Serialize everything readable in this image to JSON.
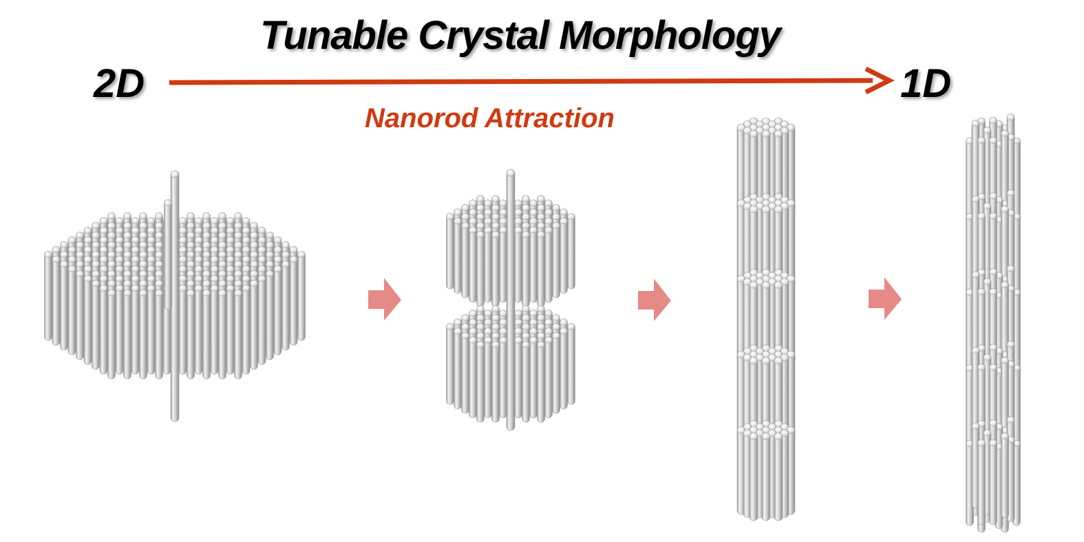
{
  "title": "Tunable Crystal Morphology",
  "start_label": "2D",
  "end_label": "1D",
  "arrow_label": "Nanorod Attraction",
  "colors": {
    "main_arrow": "#d03a10",
    "subtitle": "#d03a10",
    "step_arrow": "#e58a86",
    "rod_light": "#fbfbfb",
    "rod_mid": "#d4d4d4",
    "rod_dark": "#8e8e8e"
  },
  "stages": [
    {
      "id": "hexagonal-platelet"
    },
    {
      "id": "stacked-double-platelet"
    },
    {
      "id": "segmented-column"
    },
    {
      "id": "staggered-column"
    }
  ]
}
